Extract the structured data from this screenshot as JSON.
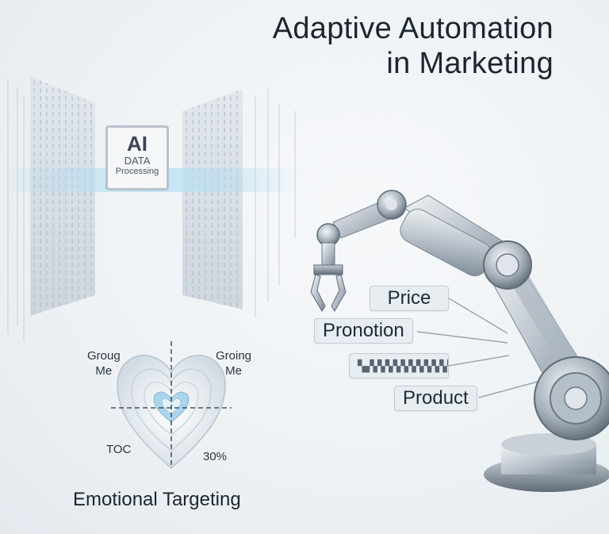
{
  "title": {
    "line1": "Adaptive Automation",
    "line2": "in Marketing"
  },
  "ai_box": {
    "line1": "AI",
    "line2": "DATA",
    "line3": "Processing"
  },
  "arm_labels": {
    "price": "Price",
    "promotion": "Pronotion",
    "coded": "▚▞▞▞▞▞▞▞▞▞▞▞",
    "product": "Product"
  },
  "heart": {
    "top_left": "Groug\nMe",
    "top_right": "Groing\nMe",
    "bottom_left": "TOC",
    "bottom_right": "30%"
  },
  "caption": "Emotional Targeting",
  "colors": {
    "accent": "#8fc3e0",
    "panel": "#d6dde4",
    "robot": "#9aa6b2"
  }
}
